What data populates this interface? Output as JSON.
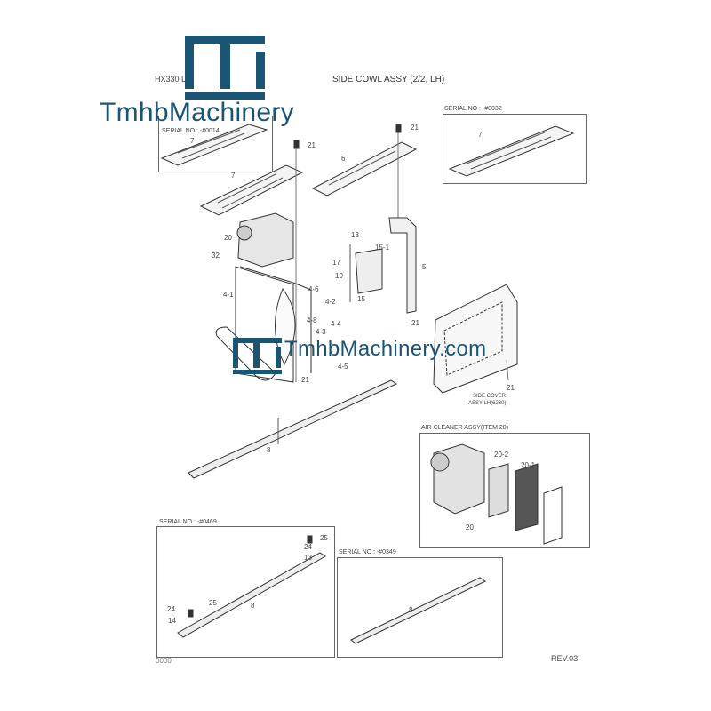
{
  "header": {
    "model": "HX330 L",
    "title": "SIDE COWL ASSY (2/2, LH)"
  },
  "watermark": {
    "brand": "TmhbMachinery",
    "brand_url": "TmhbMachinery.com",
    "color": "#1b5574"
  },
  "boxes": {
    "serial_top_left": "SERIAL NO : -#0014",
    "serial_top_right": "SERIAL NO : -#0032",
    "air_cleaner": "AIR CLEANER ASSY(ITEM 20)",
    "serial_bottom_left": "SERIAL NO : -#0469",
    "serial_bottom_mid": "SERIAL NO : -#0349"
  },
  "side_cover": {
    "line1": "SIDE COVER",
    "line2": "ASSY-LH(6230)"
  },
  "callouts": [
    "7",
    "21",
    "7",
    "6",
    "21",
    "7",
    "20",
    "32",
    "18",
    "15-1",
    "17",
    "5",
    "19",
    "15",
    "4-1",
    "4-6",
    "4-2",
    "4-8",
    "4-4",
    "4-3",
    "4-5",
    "21",
    "21",
    "21",
    "8",
    "20-2",
    "20-1",
    "20",
    "24",
    "25",
    "13",
    "25",
    "8",
    "24",
    "14",
    "8"
  ],
  "footer": {
    "page": "0000",
    "rev": "REV.03"
  }
}
